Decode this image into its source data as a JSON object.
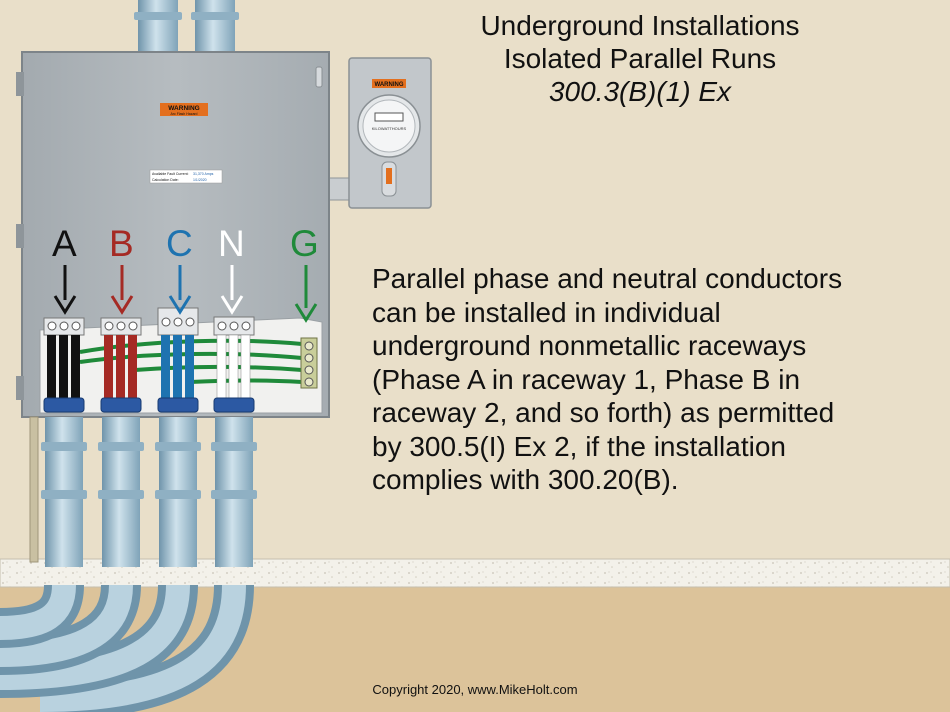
{
  "title": {
    "line1": "Underground Installations",
    "line2": "Isolated Parallel Runs",
    "line3": "300.3(B)(1) Ex"
  },
  "description": {
    "lines": [
      "Parallel phase and neutral conductors",
      "can be installed in individual",
      "underground nonmetallic raceways",
      "(Phase A in raceway 1, Phase B in",
      "raceway 2, and so forth) as permitted",
      "by 300.5(I) Ex 2, if the installation",
      "complies with 300.20(B)."
    ]
  },
  "labels": {
    "a": "A",
    "b": "B",
    "c": "C",
    "n": "N",
    "g": "G"
  },
  "colors": {
    "background": "#e9dfc9",
    "phase_a": "#111111",
    "phase_b": "#a52a24",
    "phase_c": "#1e73b0",
    "neutral": "#ffffff",
    "ground": "#1f8a3a",
    "panel": "#adb4b9",
    "conduit": "#a9c6d6"
  },
  "panel": {
    "warning": "WARNING",
    "warning_sub": "Arc Flash Hazard",
    "fault_label": "Available Fault Current:",
    "fault_value": "31,370 Amps",
    "date_label": "Calculation Date:",
    "date_value": "1/1/2020"
  },
  "meter": {
    "warning": "WARNING",
    "kwh_label": "KILOWATTHOURS"
  },
  "copyright": "Copyright 2020, www.MikeHolt.com"
}
